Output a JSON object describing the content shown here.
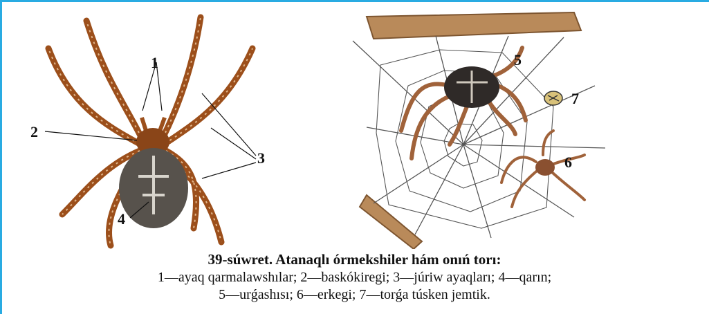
{
  "figure": {
    "left_callouts": [
      "1",
      "2",
      "3",
      "4"
    ],
    "right_callouts": [
      "5",
      "6",
      "7"
    ]
  },
  "caption": {
    "title": "39-súwret. Atanaqlı órmekshiler hám onıń torı:",
    "line1": "1—ayaq qarmalawshılar; 2—baskókiregi; 3—júriw ayaqları; 4—qarın;",
    "line2": "5—urǵashısı; 6—erkegi; 7—torǵa túsken jemtik."
  },
  "colors": {
    "frame": "#29abe2",
    "spider_leg": "#a0521c",
    "spider_abdomen": "#55504a",
    "web": "#555555",
    "wood": "#b98a5a"
  }
}
